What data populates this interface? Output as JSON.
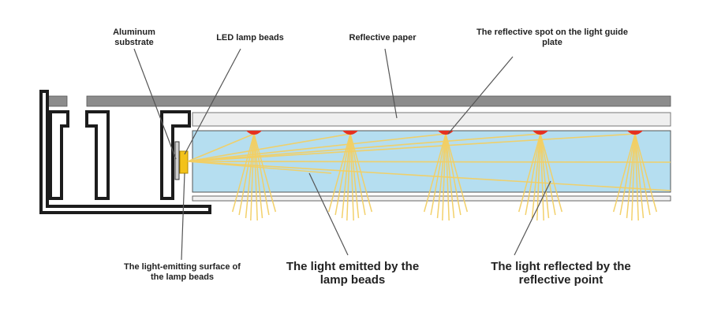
{
  "labels": {
    "aluminum_substrate": "Aluminum substrate",
    "led_lamp_beads": "LED lamp beads",
    "reflective_paper": "Reflective paper",
    "reflective_spot": "The reflective spot on the light guide plate",
    "emitting_surface": "The light-emitting surface of the lamp beads",
    "light_emitted": "The light emitted by the lamp beads",
    "light_reflected": "The light reflected by the reflective point"
  },
  "colors": {
    "frame": "#1c1c1c",
    "top_bar": "#8c8c8c",
    "reflective_paper": "#efefef",
    "light_guide_plate": "#b5def0",
    "reflective_spot": "#e53020",
    "light_rays": "#f2cf63",
    "led_bead": "#f3c21a",
    "leader_line": "#555555"
  }
}
